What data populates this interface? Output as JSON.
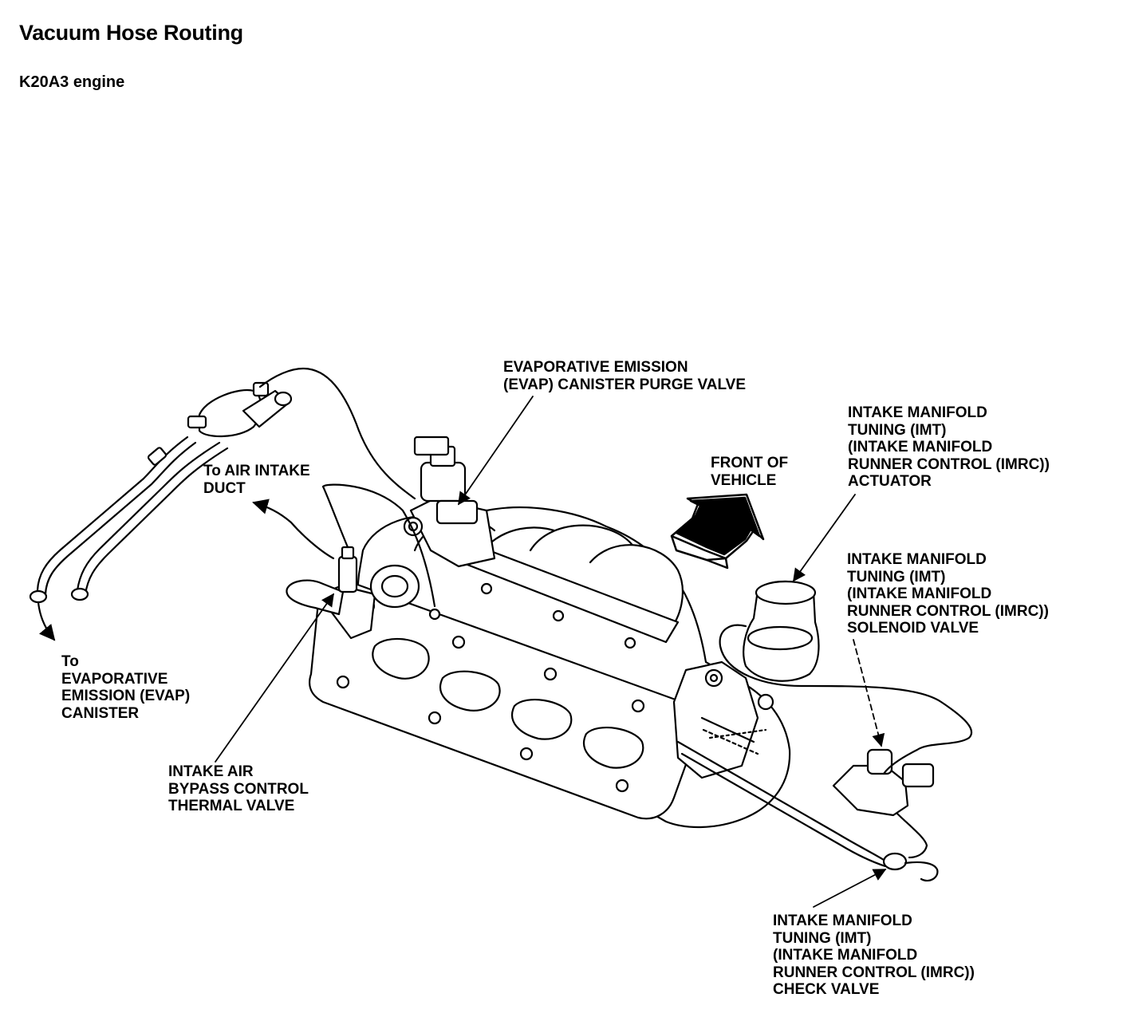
{
  "title": "Vacuum Hose Routing",
  "subtitle": "K20A3 engine",
  "labels": {
    "evap_purge_valve": [
      "EVAPORATIVE EMISSION",
      "(EVAP) CANISTER PURGE VALVE"
    ],
    "imt_actuator": [
      "INTAKE MANIFOLD",
      "TUNING (IMT)",
      "(INTAKE MANIFOLD",
      "RUNNER CONTROL (IMRC))",
      "ACTUATOR"
    ],
    "front_of_vehicle": [
      "FRONT OF",
      "VEHICLE"
    ],
    "to_air_intake_duct": [
      "To AIR INTAKE",
      "DUCT"
    ],
    "imt_solenoid_valve": [
      "INTAKE MANIFOLD",
      "TUNING (IMT)",
      "(INTAKE MANIFOLD",
      "RUNNER CONTROL (IMRC))",
      "SOLENOID VALVE"
    ],
    "to_evap_canister": [
      "To",
      "EVAPORATIVE",
      "EMISSION (EVAP)",
      "CANISTER"
    ],
    "bypass_thermal_valve": [
      "INTAKE AIR",
      "BYPASS CONTROL",
      "THERMAL VALVE"
    ],
    "imt_check_valve": [
      "INTAKE MANIFOLD",
      "TUNING (IMT)",
      "(INTAKE MANIFOLD",
      "RUNNER CONTROL (IMRC))",
      "CHECK VALVE"
    ]
  }
}
